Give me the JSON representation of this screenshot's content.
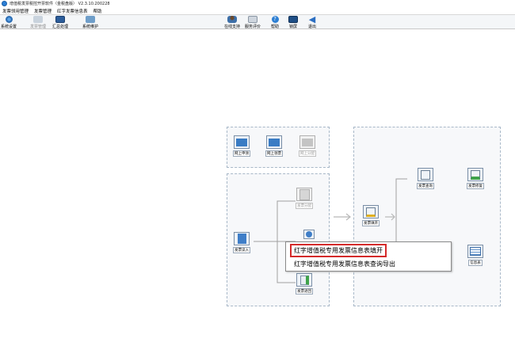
{
  "window": {
    "title": "增值税发票税控开票软件（金税盘版） V2.3.10.200228"
  },
  "menubar": {
    "items": [
      "发票领用管理",
      "发票管理",
      "红字发票信息表",
      "帮助"
    ]
  },
  "toolbar": {
    "buttons": [
      {
        "label": "系统设置",
        "icon": "gear-icon",
        "enabled": true
      },
      {
        "label": "发票管理",
        "icon": "invoice-icon",
        "enabled": false
      },
      {
        "label": "汇总处理",
        "icon": "monitor-icon",
        "enabled": true
      },
      {
        "label": "系统维护",
        "icon": "tools-icon",
        "enabled": true
      },
      {
        "label": "在线支持",
        "icon": "support-person-icon",
        "enabled": true
      },
      {
        "label": "服务评价",
        "icon": "rating-icon",
        "enabled": true
      },
      {
        "label": "帮助",
        "icon": "help-icon",
        "enabled": true
      },
      {
        "label": "锁屏",
        "icon": "lock-screen-icon",
        "enabled": true
      },
      {
        "label": "退出",
        "icon": "exit-arrow-icon",
        "enabled": true
      }
    ]
  },
  "flow": {
    "online": [
      {
        "label": "网上申领",
        "icon": "online-apply-icon",
        "enabled": true
      },
      {
        "label": "网上领票",
        "icon": "online-receive-icon",
        "enabled": true
      },
      {
        "label": "网上分配",
        "icon": "online-distribute-icon",
        "enabled": false
      }
    ],
    "left": [
      {
        "label": "发票分配",
        "icon": "invoice-distribute-icon",
        "enabled": false
      },
      {
        "label": "发票读入",
        "icon": "invoice-read-icon",
        "enabled": true
      },
      {
        "label": "发票退回",
        "icon": "invoice-return-icon",
        "enabled": true
      }
    ],
    "middle": {
      "label": "发票填开",
      "icon": "invoice-fill-icon"
    },
    "right": [
      {
        "label": "发票查询",
        "icon": "invoice-query-icon"
      },
      {
        "label": "发票修复",
        "icon": "invoice-repair-icon"
      },
      {
        "label": "信息表",
        "icon": "info-table-icon"
      }
    ]
  },
  "context_menu": {
    "items": [
      "红字增值税专用发票信息表填开",
      "红字增值税专用发票信息表查询导出"
    ],
    "highlighted_index": 0
  },
  "colors": {
    "highlight_border": "#d42a2a",
    "panel_border": "#a8b8c8",
    "toolbar_bg": "#f4f6f8"
  }
}
